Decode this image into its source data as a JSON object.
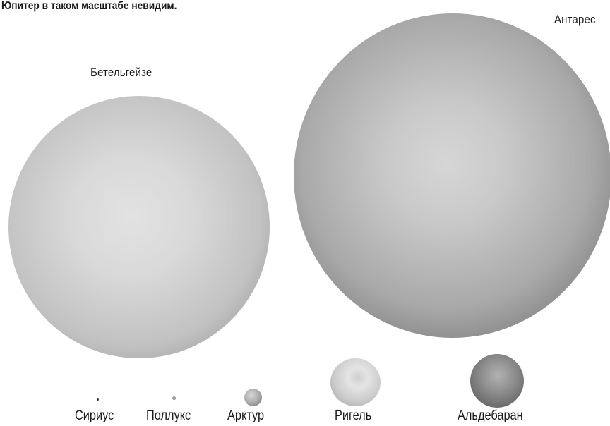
{
  "caption": "Юпитер в таком масштабе невидим.",
  "stars": {
    "betelgeuse": {
      "label": "Бетельгейзе"
    },
    "antares": {
      "label": "Антарес"
    },
    "sirius": {
      "label": "Сириус"
    },
    "pollux": {
      "label": "Поллукс"
    },
    "arcturus": {
      "label": "Арктур"
    },
    "rigel": {
      "label": "Ригель"
    },
    "aldebaran": {
      "label": "Альдебаран"
    }
  },
  "colors": {
    "background": "#ffffff",
    "text": "#1a1a1a",
    "sphere_light": "#e2e2e2",
    "sphere_dark": "#505050"
  }
}
